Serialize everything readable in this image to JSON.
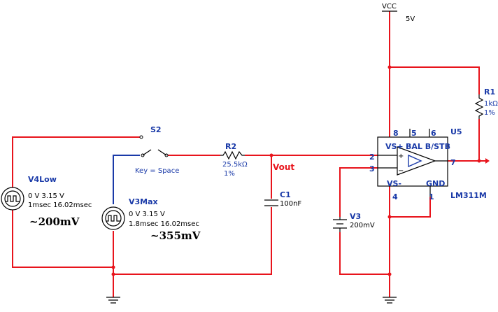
{
  "vcc": {
    "name": "VCC",
    "value": "5V"
  },
  "r1": {
    "ref": "R1",
    "value": "1kΩ",
    "tol": "1%"
  },
  "r2": {
    "ref": "R2",
    "value": "25.5kΩ",
    "tol": "1%"
  },
  "c1": {
    "ref": "C1",
    "value": "100nF"
  },
  "v3": {
    "ref": "V3",
    "value": "200mV"
  },
  "v4": {
    "ref": "V4Low",
    "line1": "0 V 3.15 V",
    "line2": "1msec 16.02msec",
    "note": "~200mV"
  },
  "v3max": {
    "ref": "V3Max",
    "line1": "0 V 3.15 V",
    "line2": "1.8msec 16.02msec",
    "note": "~355mV"
  },
  "s2": {
    "ref": "S2",
    "key": "Key = Space"
  },
  "net": {
    "vout": "Vout"
  },
  "u5": {
    "ref": "U5",
    "part": "LM311M",
    "pin8": "8",
    "pin5": "5",
    "pin6": "6",
    "pin2": "2",
    "pin3": "3",
    "pin7": "7",
    "pin4": "4",
    "pin1": "1",
    "vs_plus": "VS+",
    "bal": "BAL B/STB",
    "vs_minus": "VS-",
    "gnd": "GND",
    "plus": "+",
    "minus": "−"
  }
}
